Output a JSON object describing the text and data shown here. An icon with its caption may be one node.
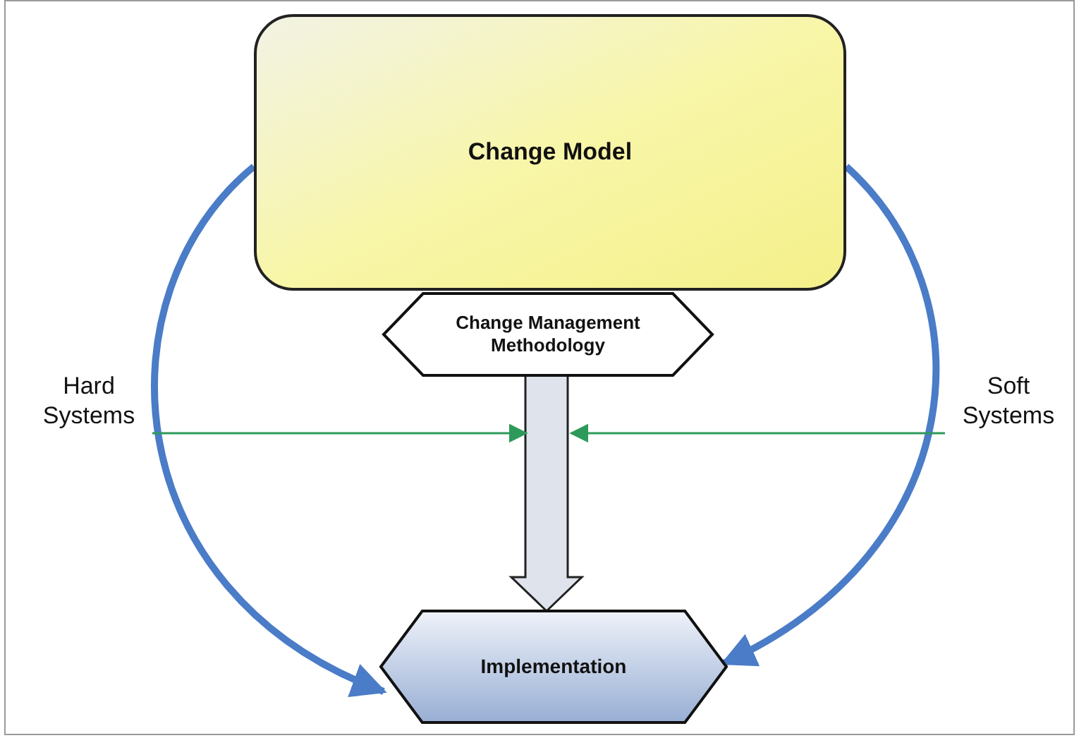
{
  "diagram": {
    "nodes": [
      {
        "text": [
          "Change Model"
        ]
      },
      {
        "text": [
          "Change Management Methodology"
        ]
      },
      {
        "text": [
          "Implementation"
        ]
      },
      {
        "text": [
          "Hard Systems"
        ]
      },
      {
        "text": [
          "Soft Systems"
        ]
      }
    ],
    "edges": [
      {
        "from": 0,
        "to": 2,
        "arrow": "to",
        "style": "thick",
        "color": "#4a7cc7"
      },
      {
        "from": 0,
        "to": 2,
        "arrow": "to",
        "style": "thick",
        "color": "#4a7cc7"
      },
      {
        "from": 1,
        "to": 2,
        "arrow": "to",
        "style": "thick",
        "color": "#dfe3ec"
      },
      {
        "from": 3,
        "to": null,
        "arrow": "to",
        "color": "#2e9a5a"
      },
      {
        "from": 4,
        "to": null,
        "arrow": "to",
        "color": "#2e9a5a"
      }
    ]
  }
}
